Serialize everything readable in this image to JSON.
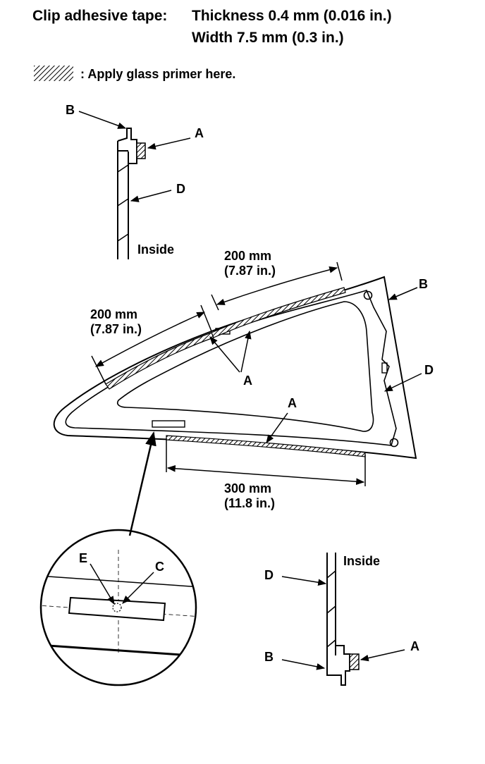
{
  "header": {
    "title_label": "Clip adhesive tape:",
    "thickness": "Thickness 0.4 mm (0.016 in.)",
    "width": "Width 7.5 mm (0.3 in.)"
  },
  "legend": {
    "primer_note": ": Apply glass primer here."
  },
  "callouts": {
    "A": "A",
    "B": "B",
    "C": "C",
    "D": "D",
    "E": "E"
  },
  "words": {
    "inside": "Inside"
  },
  "dimensions": {
    "top_right": {
      "mm": "200 mm",
      "in": "(7.87 in.)"
    },
    "top_left": {
      "mm": "200 mm",
      "in": "(7.87 in.)"
    },
    "bottom": {
      "mm": "300 mm",
      "in": "(11.8 in.)"
    }
  }
}
